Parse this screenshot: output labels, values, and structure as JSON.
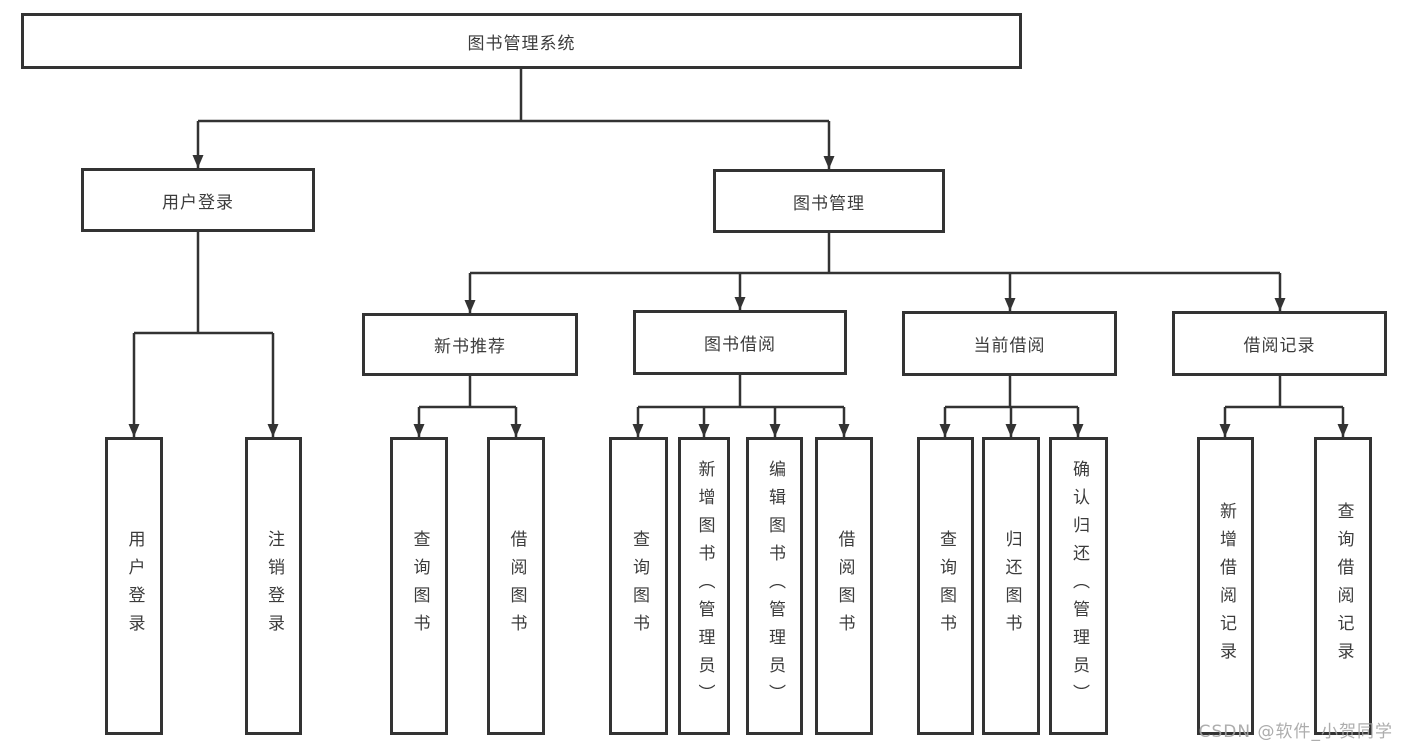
{
  "diagram": {
    "root": {
      "label": "图书管理系统",
      "children": [
        {
          "label": "用户登录",
          "children": [
            {
              "label": "用户登录"
            },
            {
              "label": "注销登录"
            }
          ]
        },
        {
          "label": "图书管理",
          "children": [
            {
              "label": "新书推荐",
              "children": [
                {
                  "label": "查询图书"
                },
                {
                  "label": "借阅图书"
                }
              ]
            },
            {
              "label": "图书借阅",
              "children": [
                {
                  "label": "查询图书"
                },
                {
                  "label": "新增图书（管理员）"
                },
                {
                  "label": "编辑图书（管理员）"
                },
                {
                  "label": "借阅图书"
                }
              ]
            },
            {
              "label": "当前借阅",
              "children": [
                {
                  "label": "查询图书"
                },
                {
                  "label": "归还图书"
                },
                {
                  "label": "确认归还（管理员）"
                }
              ]
            },
            {
              "label": "借阅记录",
              "children": [
                {
                  "label": "新增借阅记录"
                },
                {
                  "label": "查询借阅记录"
                }
              ]
            }
          ]
        }
      ]
    }
  },
  "watermark": "CSDN @软件_小贺同学",
  "colors": {
    "line": "#333333",
    "box_border": "#333333",
    "text": "#3c3c3c",
    "watermark": "#a4a4a4",
    "background": "#ffffff"
  }
}
